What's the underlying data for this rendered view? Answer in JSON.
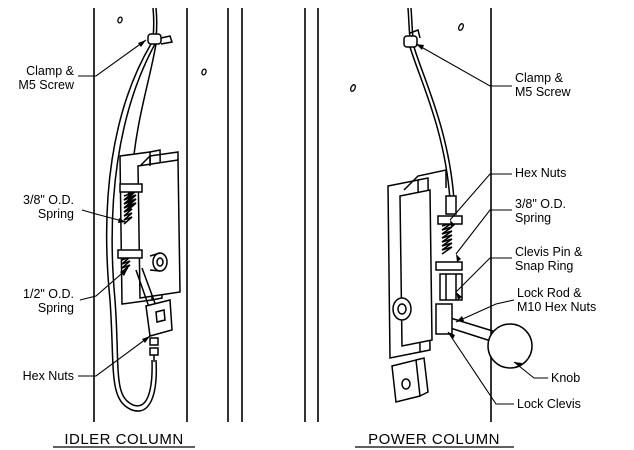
{
  "labels": {
    "idler": {
      "clamp": [
        "Clamp &",
        "M5 Screw"
      ],
      "spring38": [
        "3/8\" O.D.",
        "Spring"
      ],
      "spring12": [
        "1/2\" O.D.",
        "Spring"
      ],
      "hexnuts": "Hex Nuts"
    },
    "power": {
      "clamp": [
        "Clamp &",
        "M5 Screw"
      ],
      "hexnuts": "Hex Nuts",
      "spring38": [
        "3/8\" O.D.",
        "Spring"
      ],
      "clevispin": [
        "Clevis Pin &",
        "Snap Ring"
      ],
      "lockrod": [
        "Lock Rod &",
        "M10 Hex Nuts"
      ],
      "knob": "Knob",
      "lockclevis": "Lock Clevis"
    }
  },
  "captions": {
    "idler": "IDLER COLUMN",
    "power": "POWER COLUMN"
  }
}
